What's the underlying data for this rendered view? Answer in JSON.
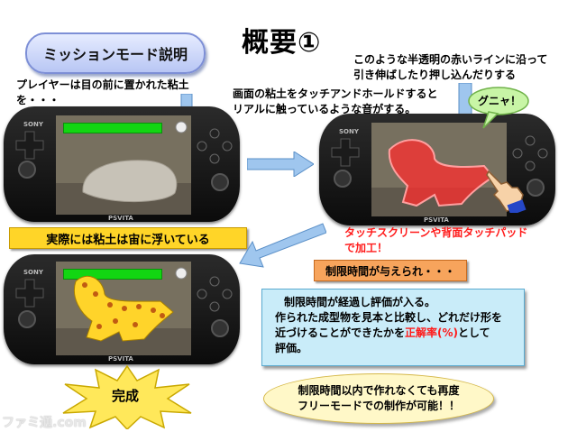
{
  "title": "概要①",
  "mission_label": "ミッションモード説明",
  "text_player": "プレイヤーは目の前に置かれた粘土\nを・・・",
  "text_touch": "画面の粘土をタッチアンドホールドすると\nリアルに触っているような音がする。",
  "text_line": "このような半透明の赤いラインに沿って\n引き伸ばしたり押し込んだりする",
  "bubble_text": "グニャ！",
  "text_touch_red": "タッチスクリーンや背面タッチパッド\nで加工！",
  "yellow_label": "実際には粘土は宙に浮いている",
  "orange_label": "制限時間が与えられ・・・",
  "eval_text_1": "制限時間が経過し評価が入る。",
  "eval_text_2": "作られた成型物を見本と比較し、どれだけ形を",
  "eval_text_3a": "近づけることができたかを",
  "eval_text_3b": "正解率(%)",
  "eval_text_3c": "として",
  "eval_text_4": "評価。",
  "complete_label": "完成",
  "free_mode_1": "制限時間以内で作れなくても再度",
  "free_mode_2": "フリーモードでの制作が可能！！",
  "watermark": "ファミ通.com",
  "device_brand": "SONY",
  "device_model": "PSVITA",
  "colors": {
    "green_bar": "#12d612",
    "clay": "#bfb9ad",
    "red_overlay": "#ff2020",
    "yellow": "#ffd528",
    "orange": "#f7a45c",
    "light_blue": "#c9ecf9"
  }
}
